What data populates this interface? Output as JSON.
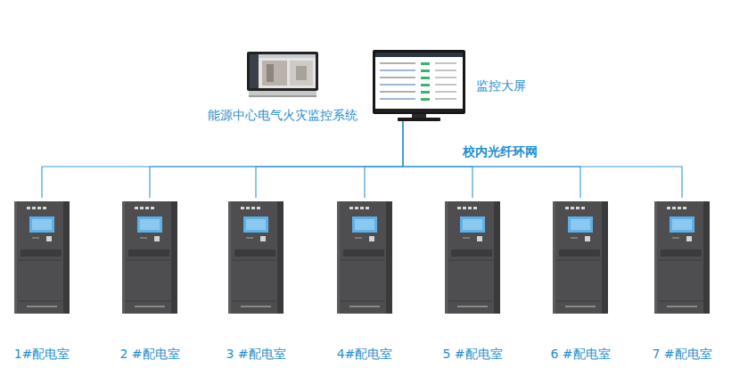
{
  "diagram": {
    "nodes": [
      {
        "text": [
          "能源中心电气火灾监控系统"
        ]
      },
      {
        "text": [
          "监控大屏"
        ]
      },
      {
        "text": [
          "1#配电室"
        ]
      },
      {
        "text": [
          "2 #配电室"
        ]
      },
      {
        "text": [
          "3 #配电室"
        ]
      },
      {
        "text": [
          "4#配电室"
        ]
      },
      {
        "text": [
          "5 #配电室"
        ]
      },
      {
        "text": [
          "6 #配电室"
        ]
      },
      {
        "text": [
          "7 #配电室"
        ]
      }
    ],
    "edges": [
      {
        "from": 1,
        "to": 2,
        "arrow": "none"
      },
      {
        "from": 1,
        "to": 3,
        "arrow": "none"
      },
      {
        "from": 1,
        "to": 4,
        "arrow": "none"
      },
      {
        "from": 1,
        "to": 5,
        "arrow": "none"
      },
      {
        "from": 1,
        "to": 6,
        "arrow": "none"
      },
      {
        "from": 1,
        "to": 7,
        "arrow": "none"
      },
      {
        "from": 1,
        "to": 8,
        "arrow": "none"
      }
    ],
    "labels": [
      "校内光纤环网"
    ]
  }
}
